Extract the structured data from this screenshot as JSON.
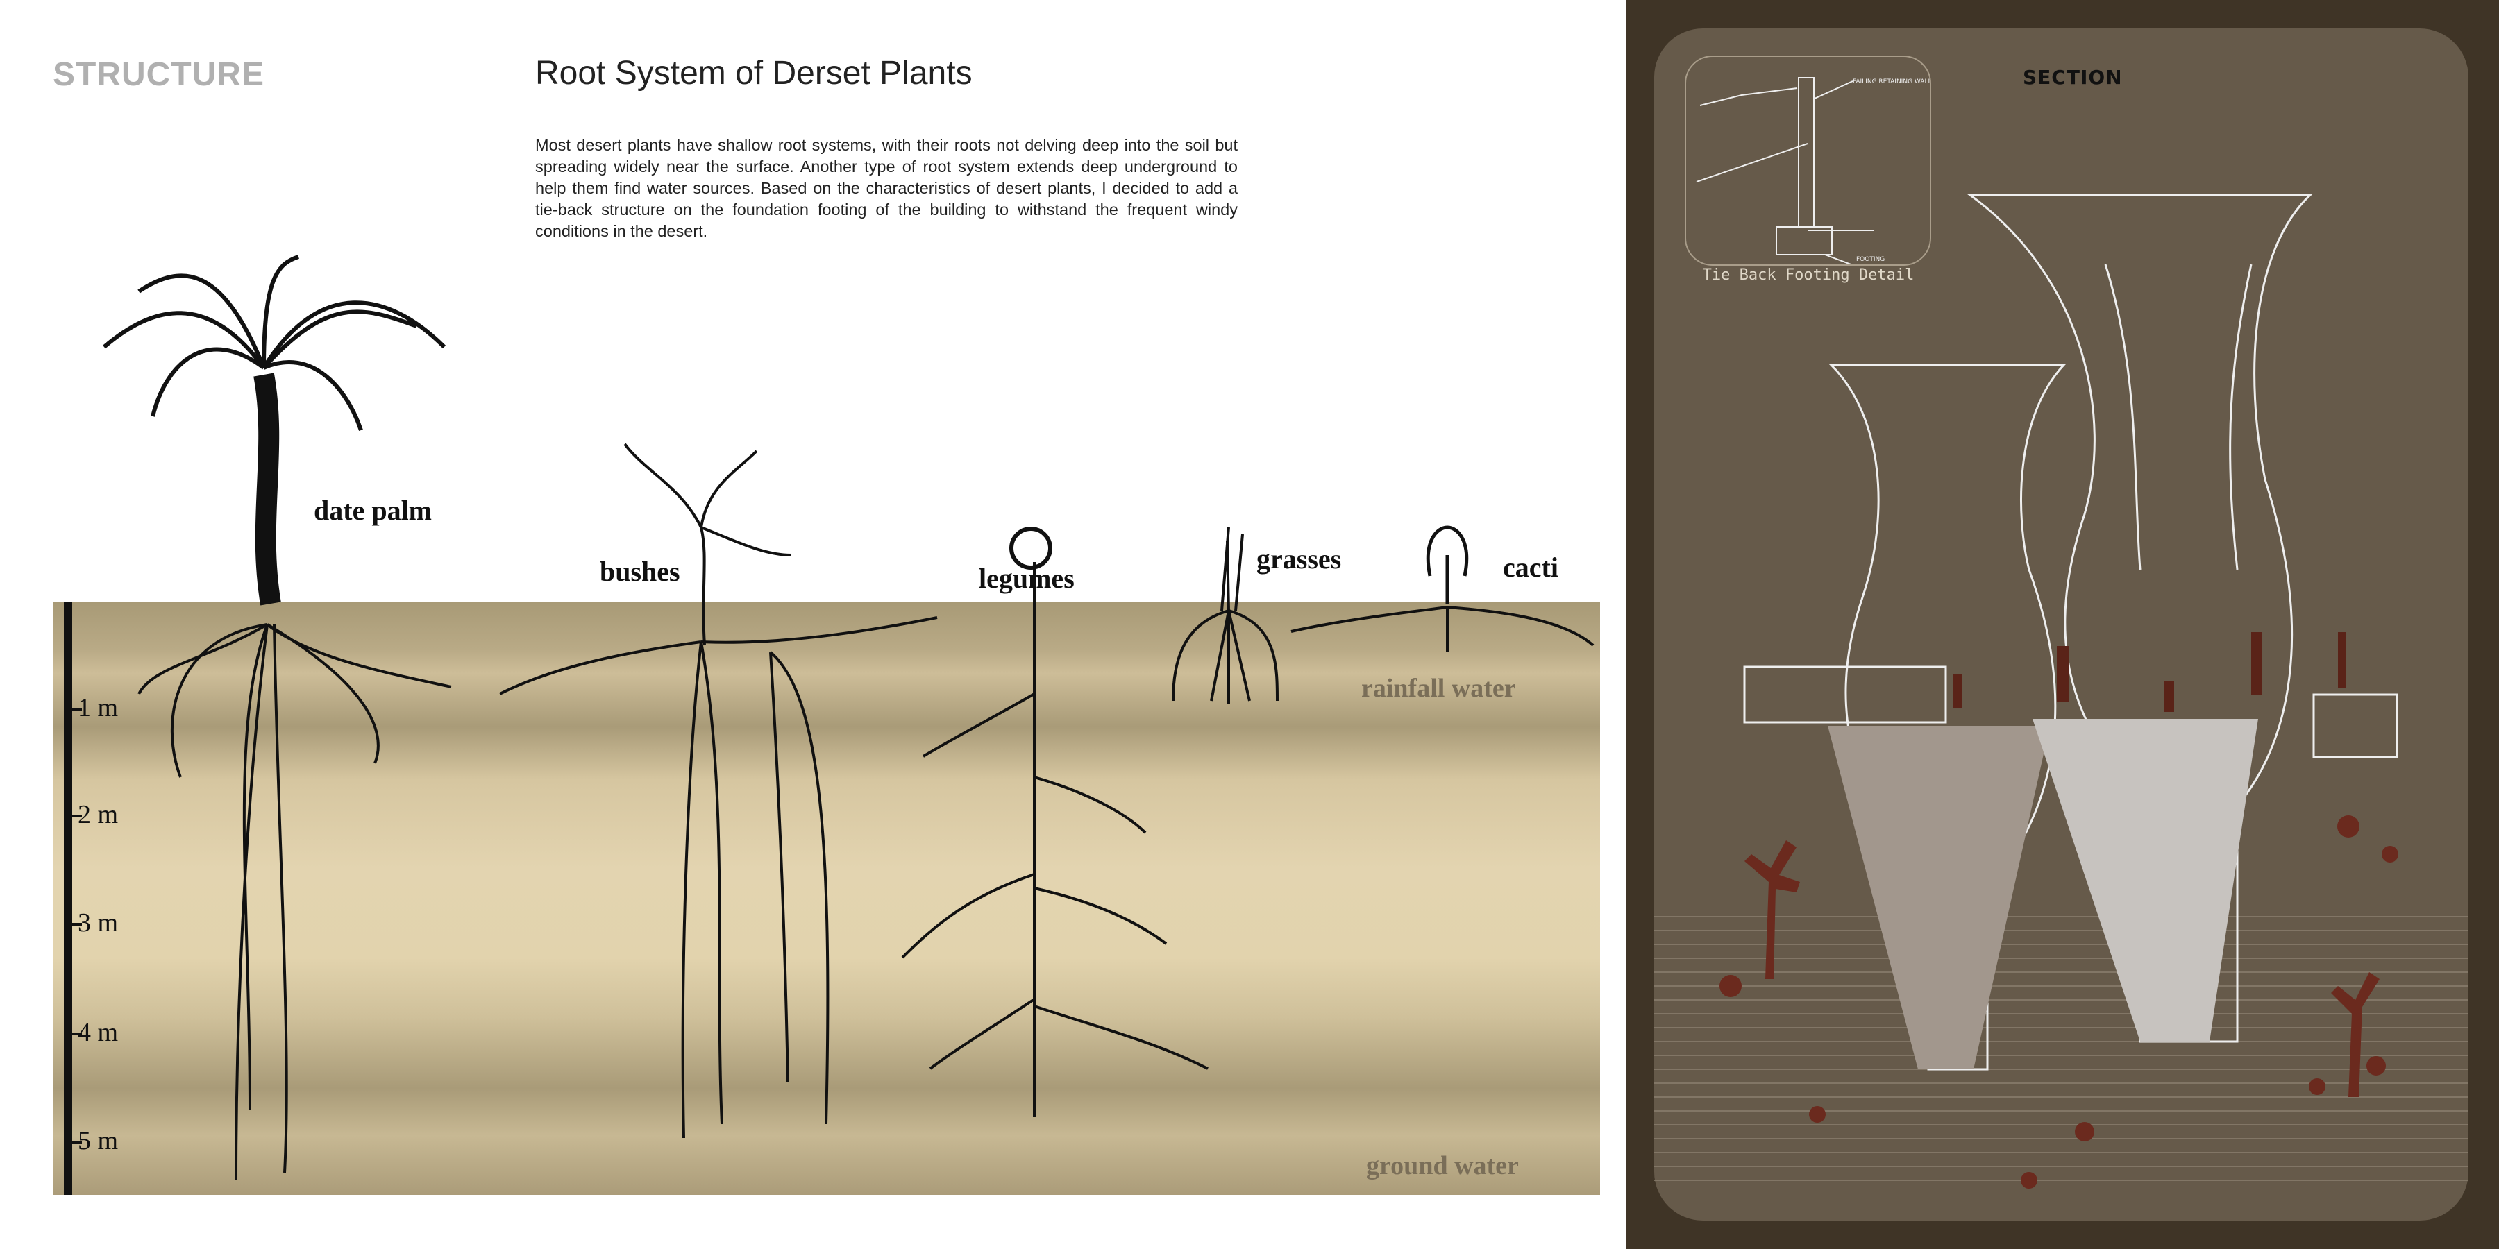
{
  "header": {
    "section_label": "STRUCTURE",
    "title": "Root System of Derset Plants"
  },
  "description": "Most desert plants have shallow root systems, with their roots not delving deep into the soil but spreading widely near the surface. Another type of root system extends deep underground to help them find water sources. Based on the characteristics of desert plants, I decided to add a tie-back structure on the foundation footing of the building to withstand the frequent windy conditions in the desert.",
  "plants": [
    {
      "label": "date palm"
    },
    {
      "label": "bushes"
    },
    {
      "label": "legumes"
    },
    {
      "label": "grasses"
    },
    {
      "label": "cacti"
    }
  ],
  "water_labels": {
    "rainfall": "rainfall water",
    "ground": "ground water"
  },
  "depth_scale": [
    "1 m",
    "2 m",
    "3 m",
    "4 m",
    "5 m"
  ],
  "section_panel": {
    "title": "SECTION",
    "detail_caption": "Tie Back Footing Detail",
    "detail_notes": {
      "wall": "FAILING RETAINING WALL OR FOUNDATION WALL",
      "footing": "FOOTING"
    }
  },
  "colors": {
    "panel_bg": "#3f3426",
    "card_bg": "#665a4a",
    "soil_light": "#e2d3ad",
    "soil_dark": "#a99b78",
    "cactus": "#6b2a1e"
  }
}
